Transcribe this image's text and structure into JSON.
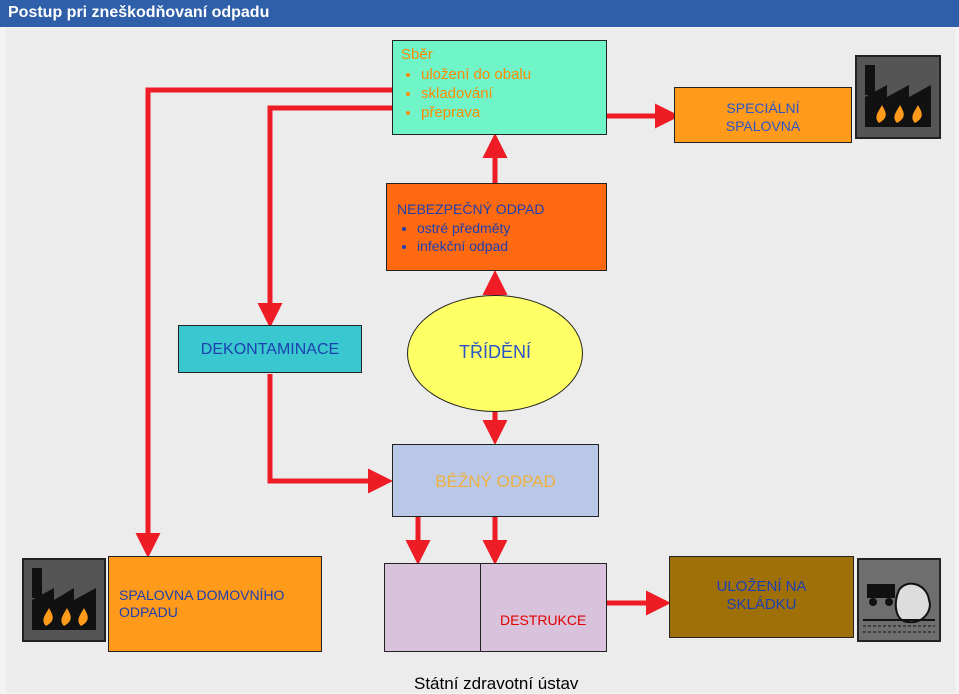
{
  "title": "Postup pri zneškodňovaní odpadu",
  "nodes": {
    "sber": {
      "heading": "Sběr",
      "items": [
        "uložení do obalu",
        "skladování",
        "přeprava"
      ],
      "color": "#6ff5c8"
    },
    "specialni": {
      "line1": "SPECIÁLNÍ",
      "line2": "SPALOVNA",
      "color": "#ff9a1a"
    },
    "nebezpecny": {
      "heading": "NEBEZPEČNÝ ODPAD",
      "items": [
        "ostré předměty",
        "infekční odpad"
      ],
      "color": "#ff6a10"
    },
    "dekontaminace": {
      "label": "DEKONTAMINACE",
      "color": "#39c8cf"
    },
    "trideni": {
      "label": "TŘÍDĚNÍ",
      "color": "#ffff66"
    },
    "bezny": {
      "label": "BĚŽNÝ ODPAD",
      "color": "#b9c8e6"
    },
    "spalovna_domovni": {
      "line1": "SPALOVNA DOMOVNÍHO",
      "line2": "ODPADU",
      "color": "#ff9a1a"
    },
    "destrukce": {
      "label": "DESTRUKCE",
      "color": "#d9c2db"
    },
    "skladka": {
      "line1": "ULOŽENÍ  NA",
      "line2": "SKLÁDKU",
      "color": "#a07008"
    }
  },
  "footer": "Státní zdravotní ústav",
  "colors": {
    "arrow": "#ee1c25",
    "title_bar": "#2f5fa8"
  }
}
